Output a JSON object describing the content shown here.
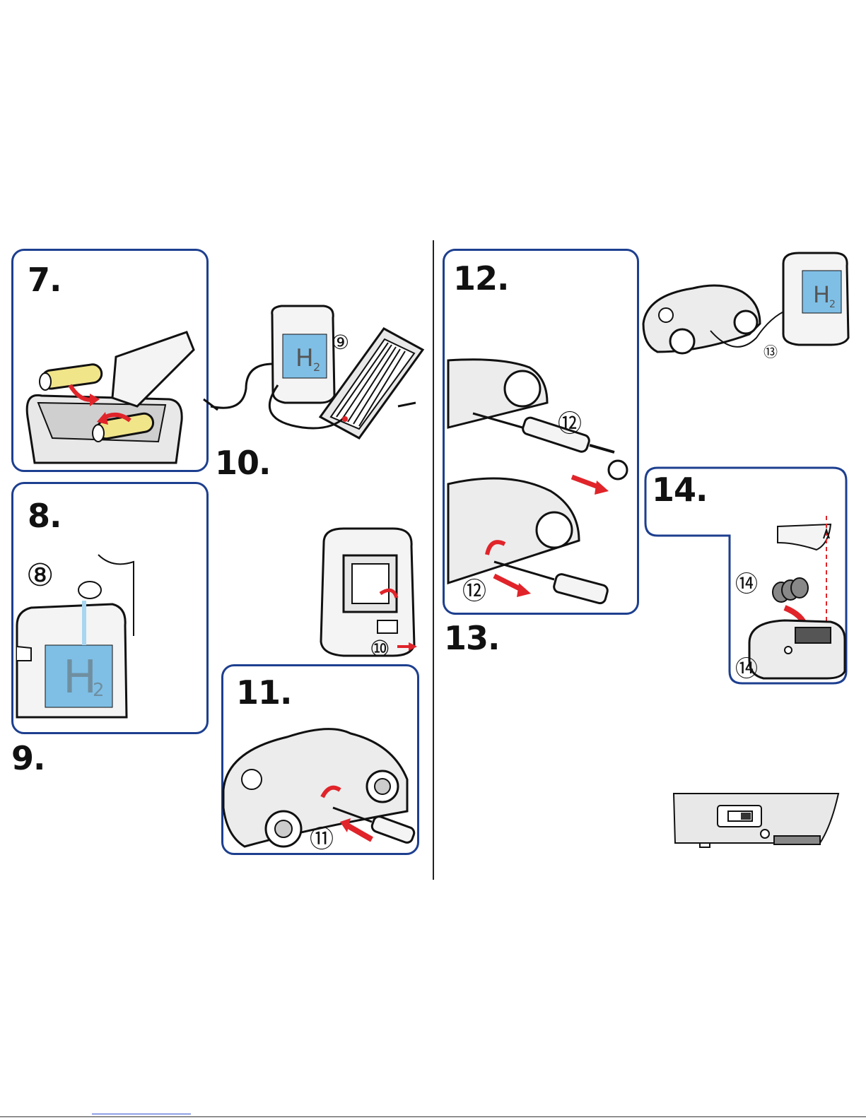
{
  "steps": {
    "s7": "7.",
    "s8": "8.",
    "s9": "9.",
    "s10": "10.",
    "s11": "11.",
    "s12": "12.",
    "s13": "13.",
    "s14": "14."
  },
  "callouts": {
    "c8": "⑧",
    "c9": "⑨",
    "c10": "⑩",
    "c11": "⑪",
    "c12a": "⑫",
    "c12b": "⑫",
    "c13": "⑬",
    "c14a": "⑭",
    "c14b": "⑭"
  },
  "labels": {
    "h": "H",
    "sub": "2"
  },
  "colors": {
    "frame": "#1d3f8f",
    "water": "#7fbfe6",
    "arrow": "#e0242a",
    "battery": "#f1e58a"
  },
  "icons": [
    "battery-icon",
    "tank-icon",
    "solar-panel-icon",
    "car-icon",
    "syringe-icon",
    "switch-icon",
    "arrow-icon"
  ]
}
